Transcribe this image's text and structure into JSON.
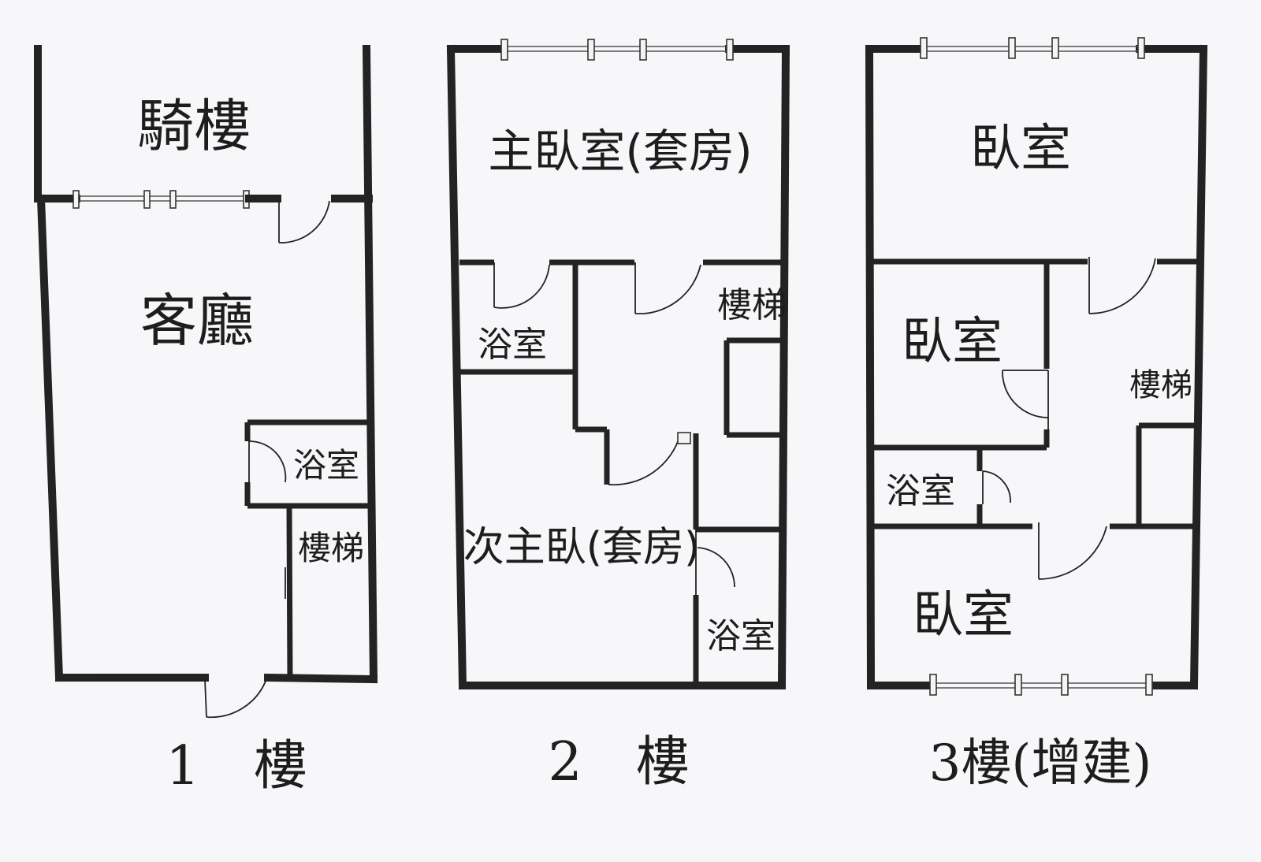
{
  "plans": {
    "floor1": {
      "caption": "1　樓",
      "rooms": {
        "arcade": "騎樓",
        "living": "客廳",
        "bath": "浴室",
        "stairs": "樓梯"
      }
    },
    "floor2": {
      "caption": "2　樓",
      "rooms": {
        "master": "主臥室(套房)",
        "bath_a": "浴室",
        "stairs": "樓梯",
        "second": "次主臥(套房)",
        "bath_b": "浴室"
      }
    },
    "floor3": {
      "caption": "3樓(增建)",
      "rooms": {
        "bed_top": "臥室",
        "bed_mid": "臥室",
        "stairs": "樓梯",
        "bath": "浴室",
        "bed_bottom": "臥室"
      }
    }
  }
}
